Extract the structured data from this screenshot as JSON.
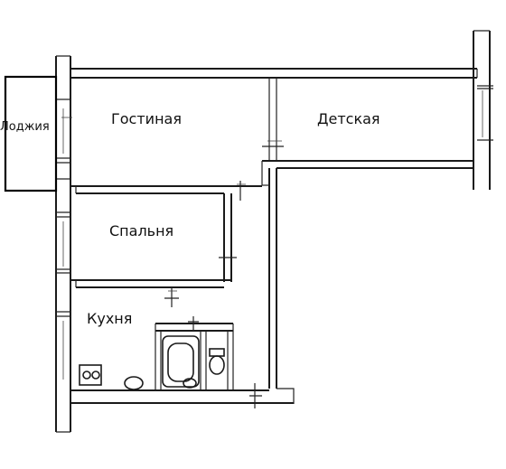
{
  "plan": {
    "rooms": {
      "loggia": "Лоджия",
      "living_room": "Гостиная",
      "kids_room": "Детская",
      "bedroom": "Спальня",
      "kitchen": "Кухня"
    }
  }
}
